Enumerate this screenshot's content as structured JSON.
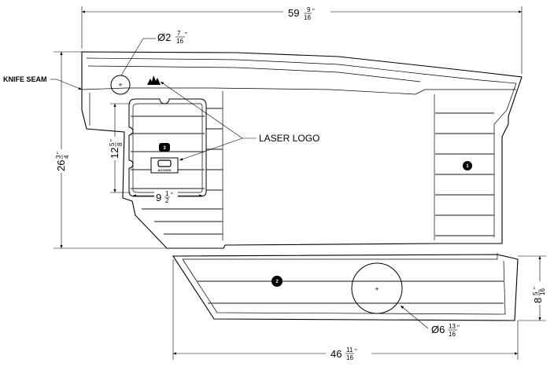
{
  "dimensions": {
    "overall_width": {
      "whole": "59",
      "num": "9",
      "den": "16",
      "unit": "\""
    },
    "overall_height": {
      "whole": "26",
      "num": "3",
      "den": "4",
      "unit": "\""
    },
    "bottom_width": {
      "whole": "46",
      "num": "11",
      "den": "16",
      "unit": "\""
    },
    "bottom_height": {
      "whole": "8",
      "num": "5",
      "den": "16",
      "unit": "\""
    },
    "door_height": {
      "whole": "12",
      "num": "5",
      "den": "8",
      "unit": "\""
    },
    "door_width": {
      "whole": "9",
      "num": "1",
      "den": "2",
      "unit": "\""
    },
    "small_hole_dia": {
      "prefix": "Ø2",
      "num": "7",
      "den": "16",
      "unit": "\""
    },
    "large_hole_dia": {
      "prefix": "Ø6",
      "num": "13",
      "den": "16",
      "unit": "\""
    }
  },
  "callouts": {
    "knife_seam": "KNIFE SEAM",
    "laser_logo": "LASER LOGO",
    "door_logo_text": "ACCESS"
  },
  "parts": [
    {
      "id": "part-1",
      "label": "1"
    },
    {
      "id": "part-2",
      "label": "2"
    },
    {
      "id": "part-3",
      "label": "3"
    }
  ],
  "marks": {
    "center_plus": "+"
  }
}
